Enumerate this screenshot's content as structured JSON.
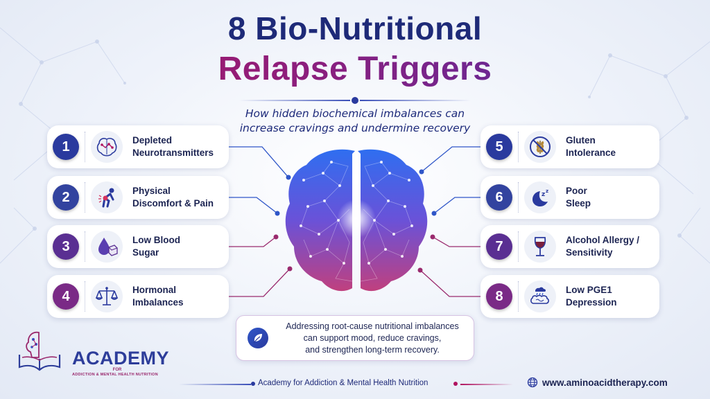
{
  "title": {
    "line1": "8 Bio-Nutritional",
    "line2": "Relapse Triggers",
    "subtitle_line1": "How hidden biochemical imbalances can",
    "subtitle_line2": "increase cravings and undermine recovery"
  },
  "triggers": [
    {
      "number": "1",
      "line1": "Depleted",
      "line2": "Neurotransmitters",
      "icon": "brain-circuit-icon",
      "color": "#2a3a9e"
    },
    {
      "number": "2",
      "line1": "Physical",
      "line2": "Discomfort & Pain",
      "icon": "back-pain-icon",
      "color": "#32439f"
    },
    {
      "number": "3",
      "line1": "Low Blood",
      "line2": "Sugar",
      "icon": "blood-drop-sugar-cube-icon",
      "color": "#5a2f92"
    },
    {
      "number": "4",
      "line1": "Hormonal",
      "line2": "Imbalances",
      "icon": "balance-scale-icon",
      "color": "#7a2a86"
    },
    {
      "number": "5",
      "line1": "Gluten",
      "line2": "Intolerance",
      "icon": "no-wheat-icon",
      "color": "#2a3a9e"
    },
    {
      "number": "6",
      "line1": "Poor",
      "line2": "Sleep",
      "icon": "moon-zzz-icon",
      "color": "#32439f"
    },
    {
      "number": "7",
      "line1": "Alcohol Allergy /",
      "line2": "Sensitivity",
      "icon": "wine-glass-icon",
      "color": "#5a2f92"
    },
    {
      "number": "8",
      "line1": "Low PGE1",
      "line2": "Depression",
      "icon": "brain-rain-cloud-icon",
      "color": "#7a2a86"
    }
  ],
  "info": {
    "line1": "Addressing root-cause nutritional imbalances",
    "line2": "can support mood, reduce cravings,",
    "line3": "and strengthen long-term recovery.",
    "icon": "leaf-icon"
  },
  "logo": {
    "name": "ACADEMY",
    "for": "FOR",
    "tagline": "ADDICTION & MENTAL HEALTH NUTRITION"
  },
  "footer": {
    "org": "Academy for Addiction &  Mental Health Nutrition",
    "website": "www.aminoacidtherapy.com",
    "globe_icon": "globe-icon"
  },
  "colors": {
    "navy": "#1e2a78",
    "magenta": "#b0135f",
    "purple": "#7a2a86",
    "blue": "#2a3a9e"
  }
}
